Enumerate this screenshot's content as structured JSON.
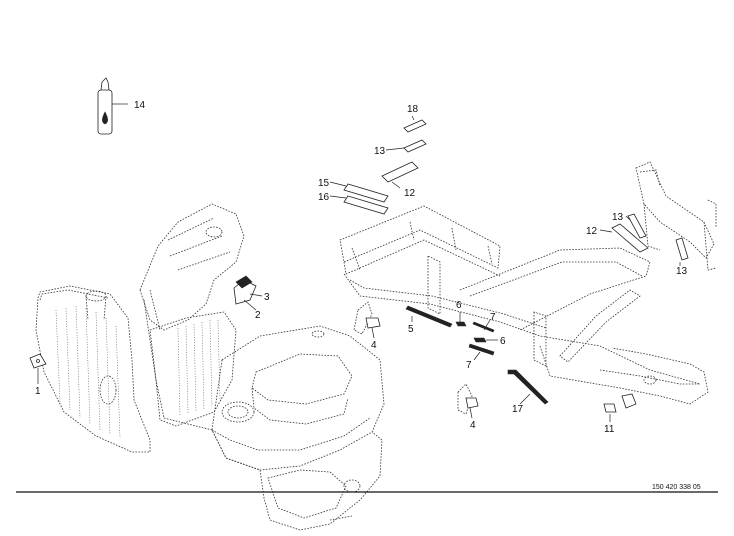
{
  "drawing": {
    "reference_number": "150 420 338 05",
    "callouts": [
      {
        "id": "c1",
        "label": "1"
      },
      {
        "id": "c2",
        "label": "2"
      },
      {
        "id": "c3",
        "label": "3"
      },
      {
        "id": "c4a",
        "label": "4"
      },
      {
        "id": "c4b",
        "label": "4"
      },
      {
        "id": "c5",
        "label": "5"
      },
      {
        "id": "c6a",
        "label": "6"
      },
      {
        "id": "c6b",
        "label": "6"
      },
      {
        "id": "c7a",
        "label": "7"
      },
      {
        "id": "c7b",
        "label": "7"
      },
      {
        "id": "c11",
        "label": "11"
      },
      {
        "id": "c12a",
        "label": "12"
      },
      {
        "id": "c12b",
        "label": "12"
      },
      {
        "id": "c13a",
        "label": "13"
      },
      {
        "id": "c13b",
        "label": "13"
      },
      {
        "id": "c13c",
        "label": "13"
      },
      {
        "id": "c14",
        "label": "14"
      },
      {
        "id": "c15",
        "label": "15"
      },
      {
        "id": "c16",
        "label": "16"
      },
      {
        "id": "c17",
        "label": "17"
      },
      {
        "id": "c18",
        "label": "18"
      }
    ]
  }
}
